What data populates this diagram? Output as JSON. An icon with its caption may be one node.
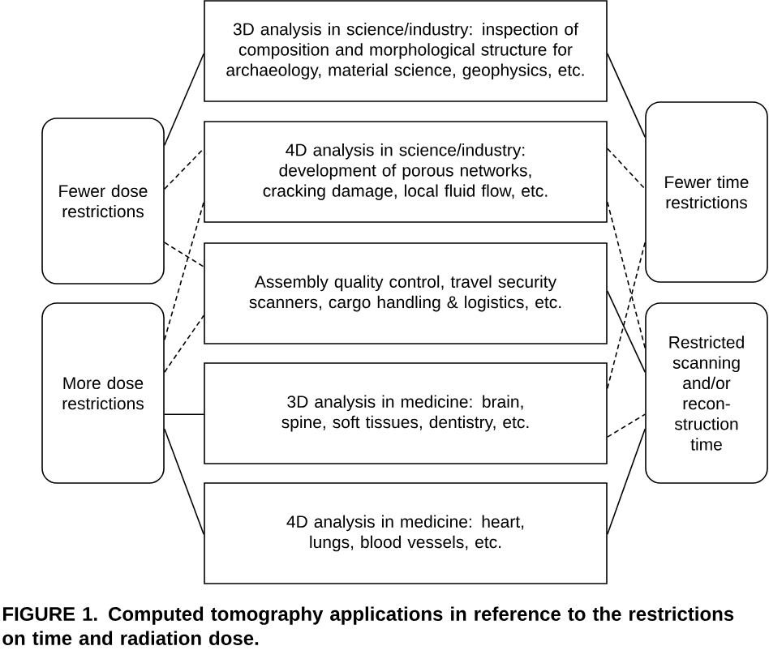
{
  "diagram": {
    "caption": "FIGURE 1. Computed tomography applications in reference to the restrictions on time and radiation dose.",
    "nodes": [
      {
        "text": [
          "Fewer dose restrictions"
        ]
      },
      {
        "text": [
          "More dose restrictions"
        ]
      },
      {
        "text": [
          "3D analysis in science/industry: inspection of composition and morphological structure for archaeology, material science, geophysics, etc."
        ]
      },
      {
        "text": [
          "4D analysis in science/industry: development of porous networks, cracking damage, local fluid flow, etc."
        ]
      },
      {
        "text": [
          "Assembly quality control, travel security scanners, cargo handling & logistics, etc."
        ]
      },
      {
        "text": [
          "3D analysis in medicine: brain, spine, soft tissues, dentistry, etc."
        ]
      },
      {
        "text": [
          "4D analysis in medicine: heart, lungs, blood vessels, etc."
        ]
      },
      {
        "text": [
          "Fewer time restrictions"
        ]
      },
      {
        "text": [
          "Restricted scanning and/or recon-struction time"
        ]
      }
    ],
    "edges": [
      {
        "from": 0,
        "to": 2,
        "arrow": "none"
      },
      {
        "from": 0,
        "to": 3,
        "arrow": "none",
        "style": "dashed"
      },
      {
        "from": 0,
        "to": 4,
        "arrow": "none",
        "style": "dashed"
      },
      {
        "from": 1,
        "to": 3,
        "arrow": "none",
        "style": "dashed"
      },
      {
        "from": 1,
        "to": 4,
        "arrow": "none",
        "style": "dashed"
      },
      {
        "from": 1,
        "to": 5,
        "arrow": "none"
      },
      {
        "from": 1,
        "to": 6,
        "arrow": "none"
      },
      {
        "from": 2,
        "to": 7,
        "arrow": "none"
      },
      {
        "from": 3,
        "to": 7,
        "arrow": "none",
        "style": "dashed"
      },
      {
        "from": 3,
        "to": 8,
        "arrow": "none",
        "style": "dashed"
      },
      {
        "from": 4,
        "to": 8,
        "arrow": "none"
      },
      {
        "from": 5,
        "to": 7,
        "arrow": "none",
        "style": "dashed"
      },
      {
        "from": 5,
        "to": 8,
        "arrow": "none",
        "style": "dashed"
      },
      {
        "from": 6,
        "to": 8,
        "arrow": "none"
      }
    ]
  }
}
